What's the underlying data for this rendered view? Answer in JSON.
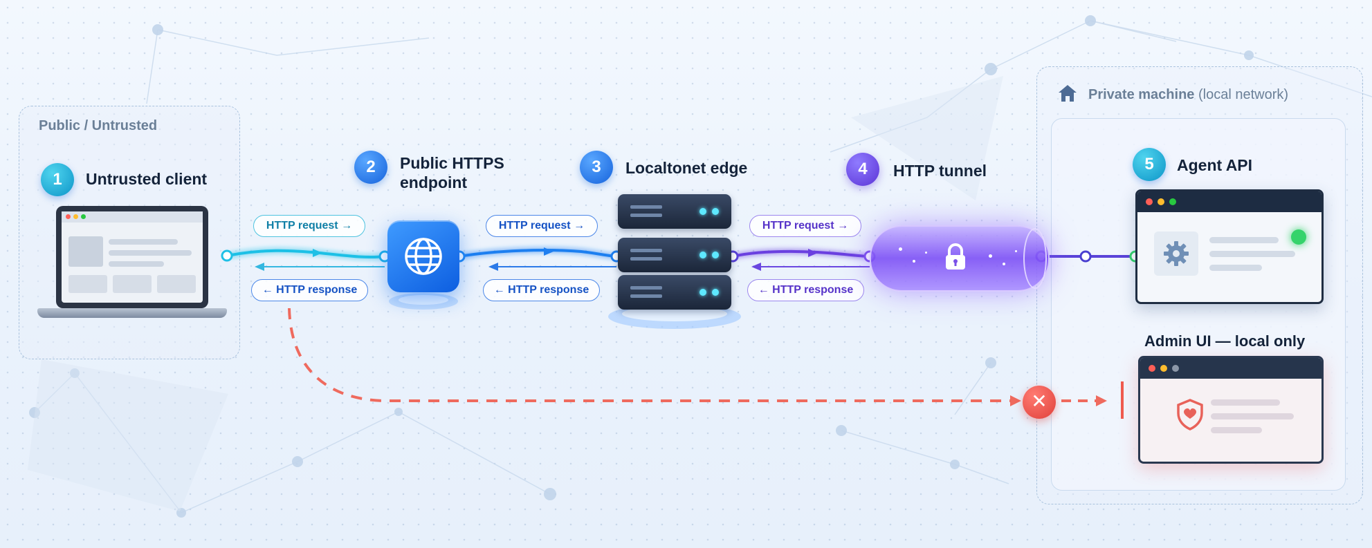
{
  "zones": {
    "public_label": "Public / Untrusted",
    "private_label": "Private machine",
    "private_sublabel": "(local network)"
  },
  "nodes": [
    {
      "number": "1",
      "title": "Untrusted client"
    },
    {
      "number": "2",
      "title_line1": "Public HTTPS",
      "title_line2": "endpoint"
    },
    {
      "number": "3",
      "title": "Localtonet edge"
    },
    {
      "number": "4",
      "title": "HTTP tunnel"
    },
    {
      "number": "5",
      "title": "Agent API"
    }
  ],
  "admin_title": "Admin UI — local only",
  "flow_labels": {
    "request": "HTTP request →",
    "response": "← HTTP response"
  },
  "blocked_icon": "✕",
  "icons": [
    "house-icon",
    "globe-icon",
    "server-icon",
    "lock-icon",
    "gear-icon",
    "shield-icon",
    "error-icon"
  ],
  "colors": {
    "cyan": "#1ab0d6",
    "blue": "#1a6ff0",
    "purple": "#6a3fe0",
    "green": "#35d36b",
    "red": "#ef5b4f"
  }
}
